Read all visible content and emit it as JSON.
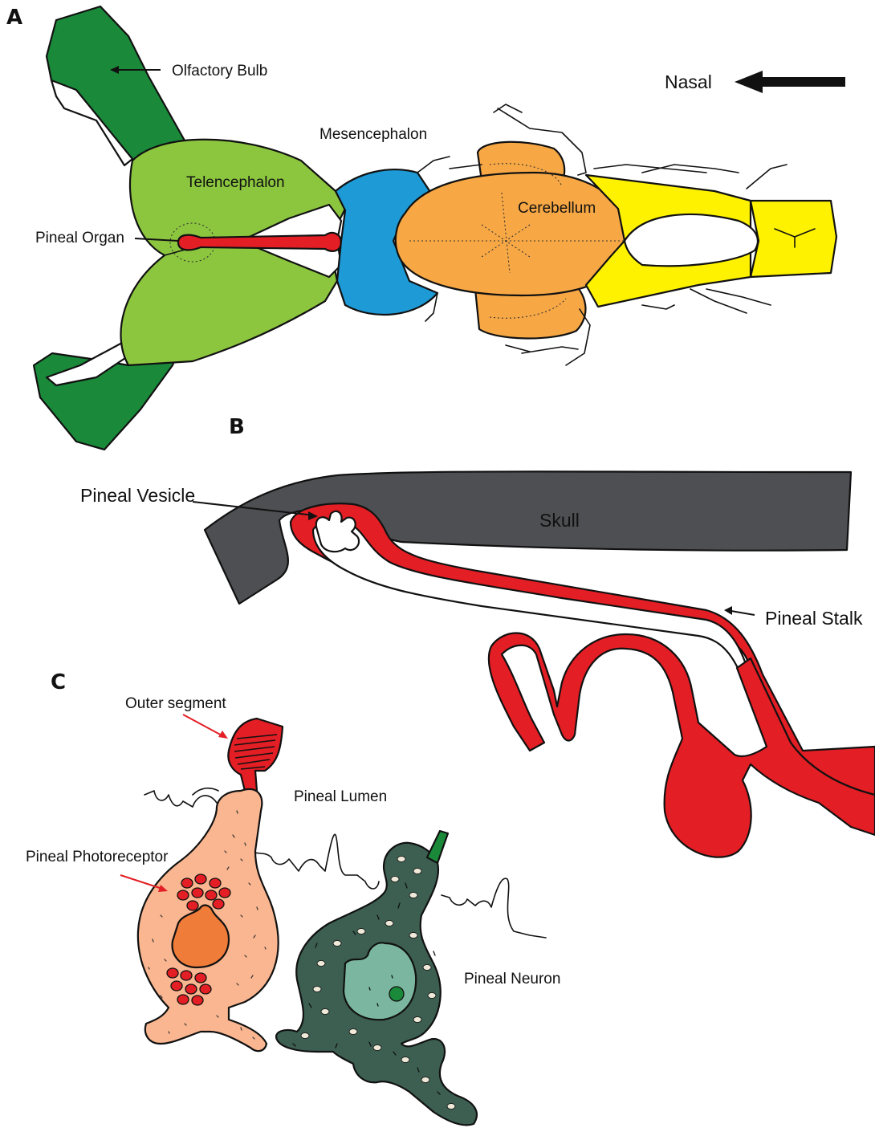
{
  "panels": {
    "a": "A",
    "b": "B",
    "c": "C"
  },
  "labels": {
    "olfactory_bulb": "Olfactory Bulb",
    "nasal": "Nasal",
    "mesencephalon": "Mesencephalon",
    "telencephalon": "Telencephalon",
    "cerebellum": "Cerebellum",
    "pineal_organ": "Pineal Organ",
    "pineal_vesicle": "Pineal Vesicle",
    "skull": "Skull",
    "pineal_stalk": "Pineal Stalk",
    "outer_segment": "Outer segment",
    "pineal_lumen": "Pineal Lumen",
    "pineal_photoreceptor": "Pineal Photoreceptor",
    "pineal_neuron": "Pineal Neuron"
  },
  "colors": {
    "olfactory_bulb": "#1a8a3a",
    "telencephalon": "#8cc63f",
    "mesencephalon": "#1e9ad6",
    "cerebellum": "#f7a845",
    "hindbrain": "#fff200",
    "pineal": "#e31e24",
    "skull": "#4d4f52",
    "skull_label": "#e6e619",
    "photoreceptor": "#f9b690",
    "photoreceptor_nucleus": "#f07c3a",
    "neuron": "#3c5f52",
    "neuron_nucleus": "#7bb7a0",
    "pointer_red": "#e31e24"
  }
}
